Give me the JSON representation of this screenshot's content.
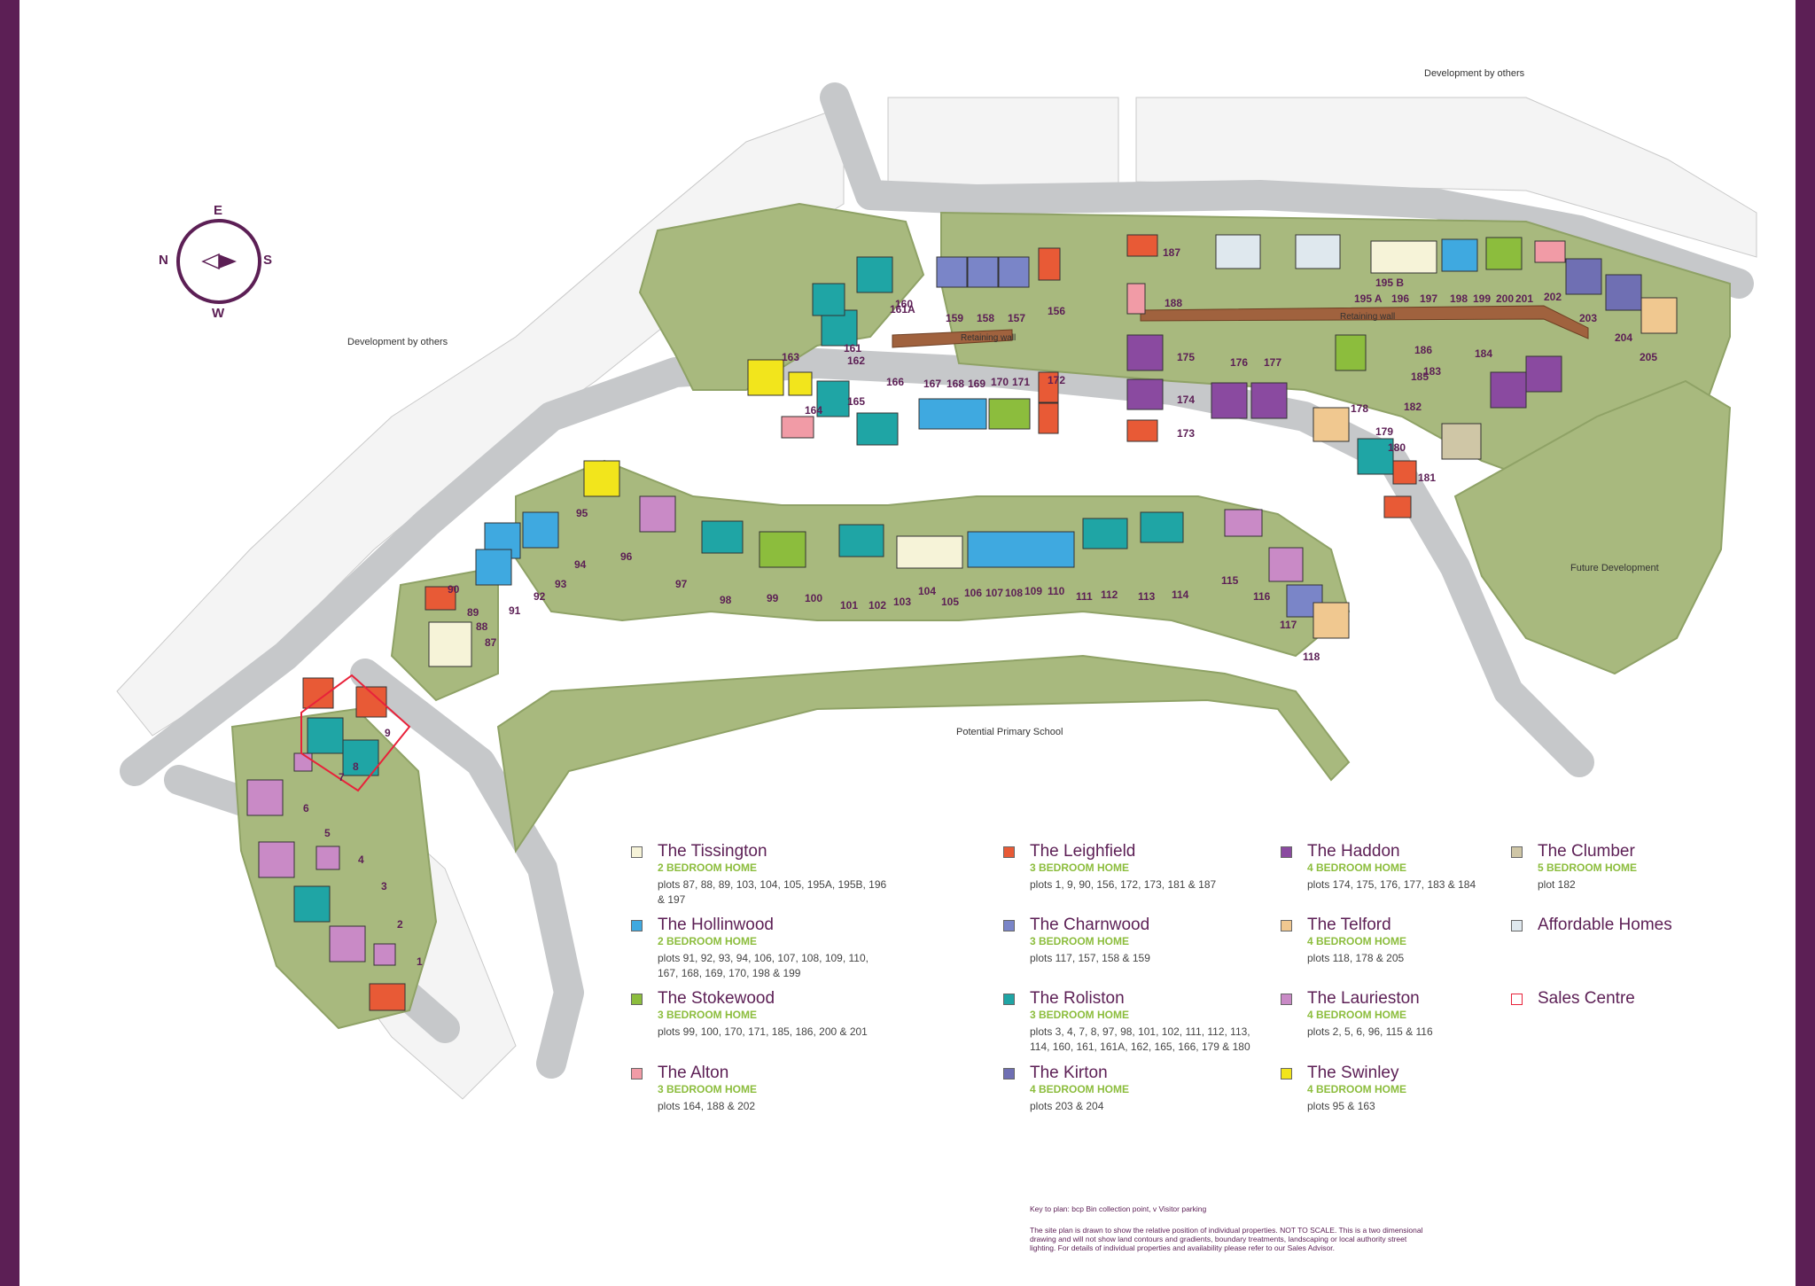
{
  "map_labels": {
    "development_by_others_top": "Development by others",
    "development_by_others_left": "Development by others",
    "future_development": "Future Development",
    "potential_primary_school": "Potential Primary School",
    "retaining_wall_1": "Retaining wall",
    "retaining_wall_2": "Retaining wall"
  },
  "compass": {
    "e": "E",
    "s": "S",
    "w": "W",
    "n": "N"
  },
  "plots": [
    "1",
    "2",
    "3",
    "4",
    "5",
    "6",
    "7",
    "8",
    "9",
    "87",
    "88",
    "89",
    "90",
    "91",
    "92",
    "93",
    "94",
    "95",
    "96",
    "97",
    "98",
    "99",
    "100",
    "101",
    "102",
    "103",
    "104",
    "105",
    "106",
    "107",
    "108",
    "109",
    "110",
    "111",
    "112",
    "113",
    "114",
    "115",
    "116",
    "117",
    "118",
    "156",
    "157",
    "158",
    "159",
    "160",
    "161",
    "161A",
    "162",
    "163",
    "164",
    "165",
    "166",
    "167",
    "168",
    "169",
    "170",
    "171",
    "172",
    "173",
    "174",
    "175",
    "176",
    "177",
    "178",
    "179",
    "180",
    "181",
    "182",
    "183",
    "184",
    "185",
    "186",
    "187",
    "188",
    "195 B",
    "195 A",
    "196",
    "197",
    "198",
    "199",
    "200",
    "201",
    "202",
    "203",
    "204",
    "205"
  ],
  "legend": [
    {
      "name": "The Tissington",
      "type": "2 BEDROOM HOME",
      "plots": "plots 87, 88, 89, 103, 104, 105, 195A, 195B, 196 & 197",
      "color": "#f6f3d8"
    },
    {
      "name": "The Hollinwood",
      "type": "2 BEDROOM HOME",
      "plots": "plots 91, 92, 93, 94, 106, 107, 108, 109, 110, 167, 168, 169, 170, 198 & 199",
      "color": "#3fa9e0"
    },
    {
      "name": "The Stokewood",
      "type": "3 BEDROOM HOME",
      "plots": "plots 99, 100, 170, 171, 185, 186, 200 & 201",
      "color": "#8cbd3d"
    },
    {
      "name": "The Alton",
      "type": "3 BEDROOM HOME",
      "plots": "plots 164, 188 & 202",
      "color": "#f19ba6"
    },
    {
      "name": "The Leighfield",
      "type": "3 BEDROOM HOME",
      "plots": "plots 1, 9, 90, 156, 172, 173, 181 & 187",
      "color": "#e85a36"
    },
    {
      "name": "The Charnwood",
      "type": "3 BEDROOM HOME",
      "plots": "plots 117, 157, 158 & 159",
      "color": "#7a85c8"
    },
    {
      "name": "The Roliston",
      "type": "3 BEDROOM HOME",
      "plots": "plots 3, 4, 7, 8, 97, 98, 101, 102, 111, 112, 113, 114, 160, 161, 161A, 162, 165, 166, 179 & 180",
      "color": "#1fa5a5"
    },
    {
      "name": "The Kirton",
      "type": "4 BEDROOM HOME",
      "plots": "plots 203 & 204",
      "color": "#6f6fb3"
    },
    {
      "name": "The Haddon",
      "type": "4 BEDROOM HOME",
      "plots": "plots 174, 175, 176, 177, 183 & 184",
      "color": "#8a4aa0"
    },
    {
      "name": "The Telford",
      "type": "4 BEDROOM HOME",
      "plots": "plots 118, 178 & 205",
      "color": "#f0c890"
    },
    {
      "name": "The Laurieston",
      "type": "4 BEDROOM HOME",
      "plots": "plots 2, 5, 6, 96, 115 & 116",
      "color": "#c98ac6"
    },
    {
      "name": "The Swinley",
      "type": "4 BEDROOM HOME",
      "plots": "plots 95 & 163",
      "color": "#f2e51c"
    },
    {
      "name": "The Clumber",
      "type": "5 BEDROOM HOME",
      "plots": "plot 182",
      "color": "#cfc6a6"
    },
    {
      "name": "Affordable Homes",
      "type": "",
      "plots": "",
      "color": "#dfe8ee"
    },
    {
      "name": "Sales Centre",
      "type": "",
      "plots": "",
      "color": "#ffffff"
    }
  ],
  "footer": {
    "key": "Key to plan: bcp  Bin collection point,  v  Visitor parking",
    "disclaimer_1": "The site plan is drawn to show the relative position of individual properties. NOT TO SCALE. This is a two dimensional",
    "disclaimer_2": "drawing and will not show land contours and gradients, boundary treatments, landscaping or local authority street",
    "disclaimer_3": "lighting. For details of individual properties and availability please refer to our Sales Advisor."
  },
  "colors": {
    "frame": "#5c1f55",
    "accent": "#8cbd3d",
    "grass": "#a8b97e",
    "grass_dark": "#8fa266",
    "road": "#d3d5d6",
    "brown_wall": "#8b5a3c"
  }
}
